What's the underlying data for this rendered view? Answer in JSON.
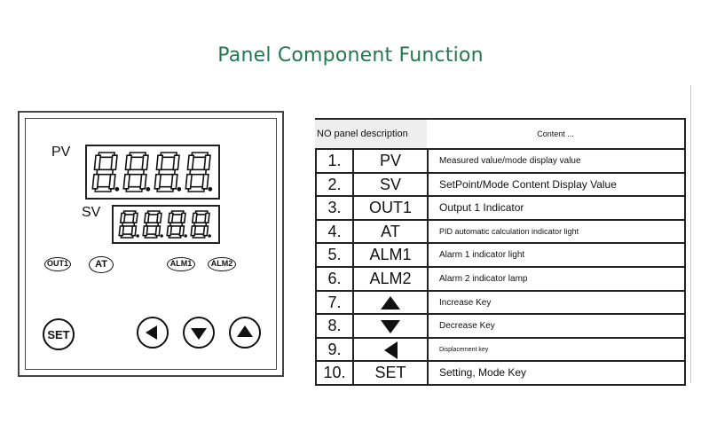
{
  "title": "Panel Component Function",
  "panel": {
    "pv_label": "PV",
    "sv_label": "SV",
    "pv_display": "8.8.8.8.",
    "sv_display": "8.8.8.8.",
    "indicators": [
      "OUT1",
      "AT",
      "ALM1",
      "ALM2"
    ],
    "set_key": "SET",
    "arrow_keys": [
      "left-arrow-icon",
      "down-arrow-icon",
      "up-arrow-icon"
    ]
  },
  "table": {
    "header_left": "NO panel description",
    "header_right": "Content ...",
    "rows": [
      {
        "no": "1.",
        "name": "PV",
        "desc": "Measured value/mode display value"
      },
      {
        "no": "2.",
        "name": "SV",
        "desc": "SetPoint/Mode Content Display Value"
      },
      {
        "no": "3.",
        "name": "OUT1",
        "desc": "Output 1 Indicator"
      },
      {
        "no": "4.",
        "name": "AT",
        "desc": "PID automatic calculation indicator light"
      },
      {
        "no": "5.",
        "name": "ALM1",
        "desc": "Alarm 1 indicator light"
      },
      {
        "no": "6.",
        "name": "ALM2",
        "desc": "Alarm 2 indicator lamp"
      },
      {
        "no": "7.",
        "name": "",
        "icon": "up-triangle-icon",
        "desc": "Increase Key"
      },
      {
        "no": "8.",
        "name": "",
        "icon": "down-triangle-icon",
        "desc": "Decrease Key"
      },
      {
        "no": "9.",
        "name": "",
        "icon": "left-triangle-icon",
        "desc": "Displacement key"
      },
      {
        "no": "10.",
        "name": "SET",
        "desc": "Setting, Mode Key"
      }
    ]
  }
}
